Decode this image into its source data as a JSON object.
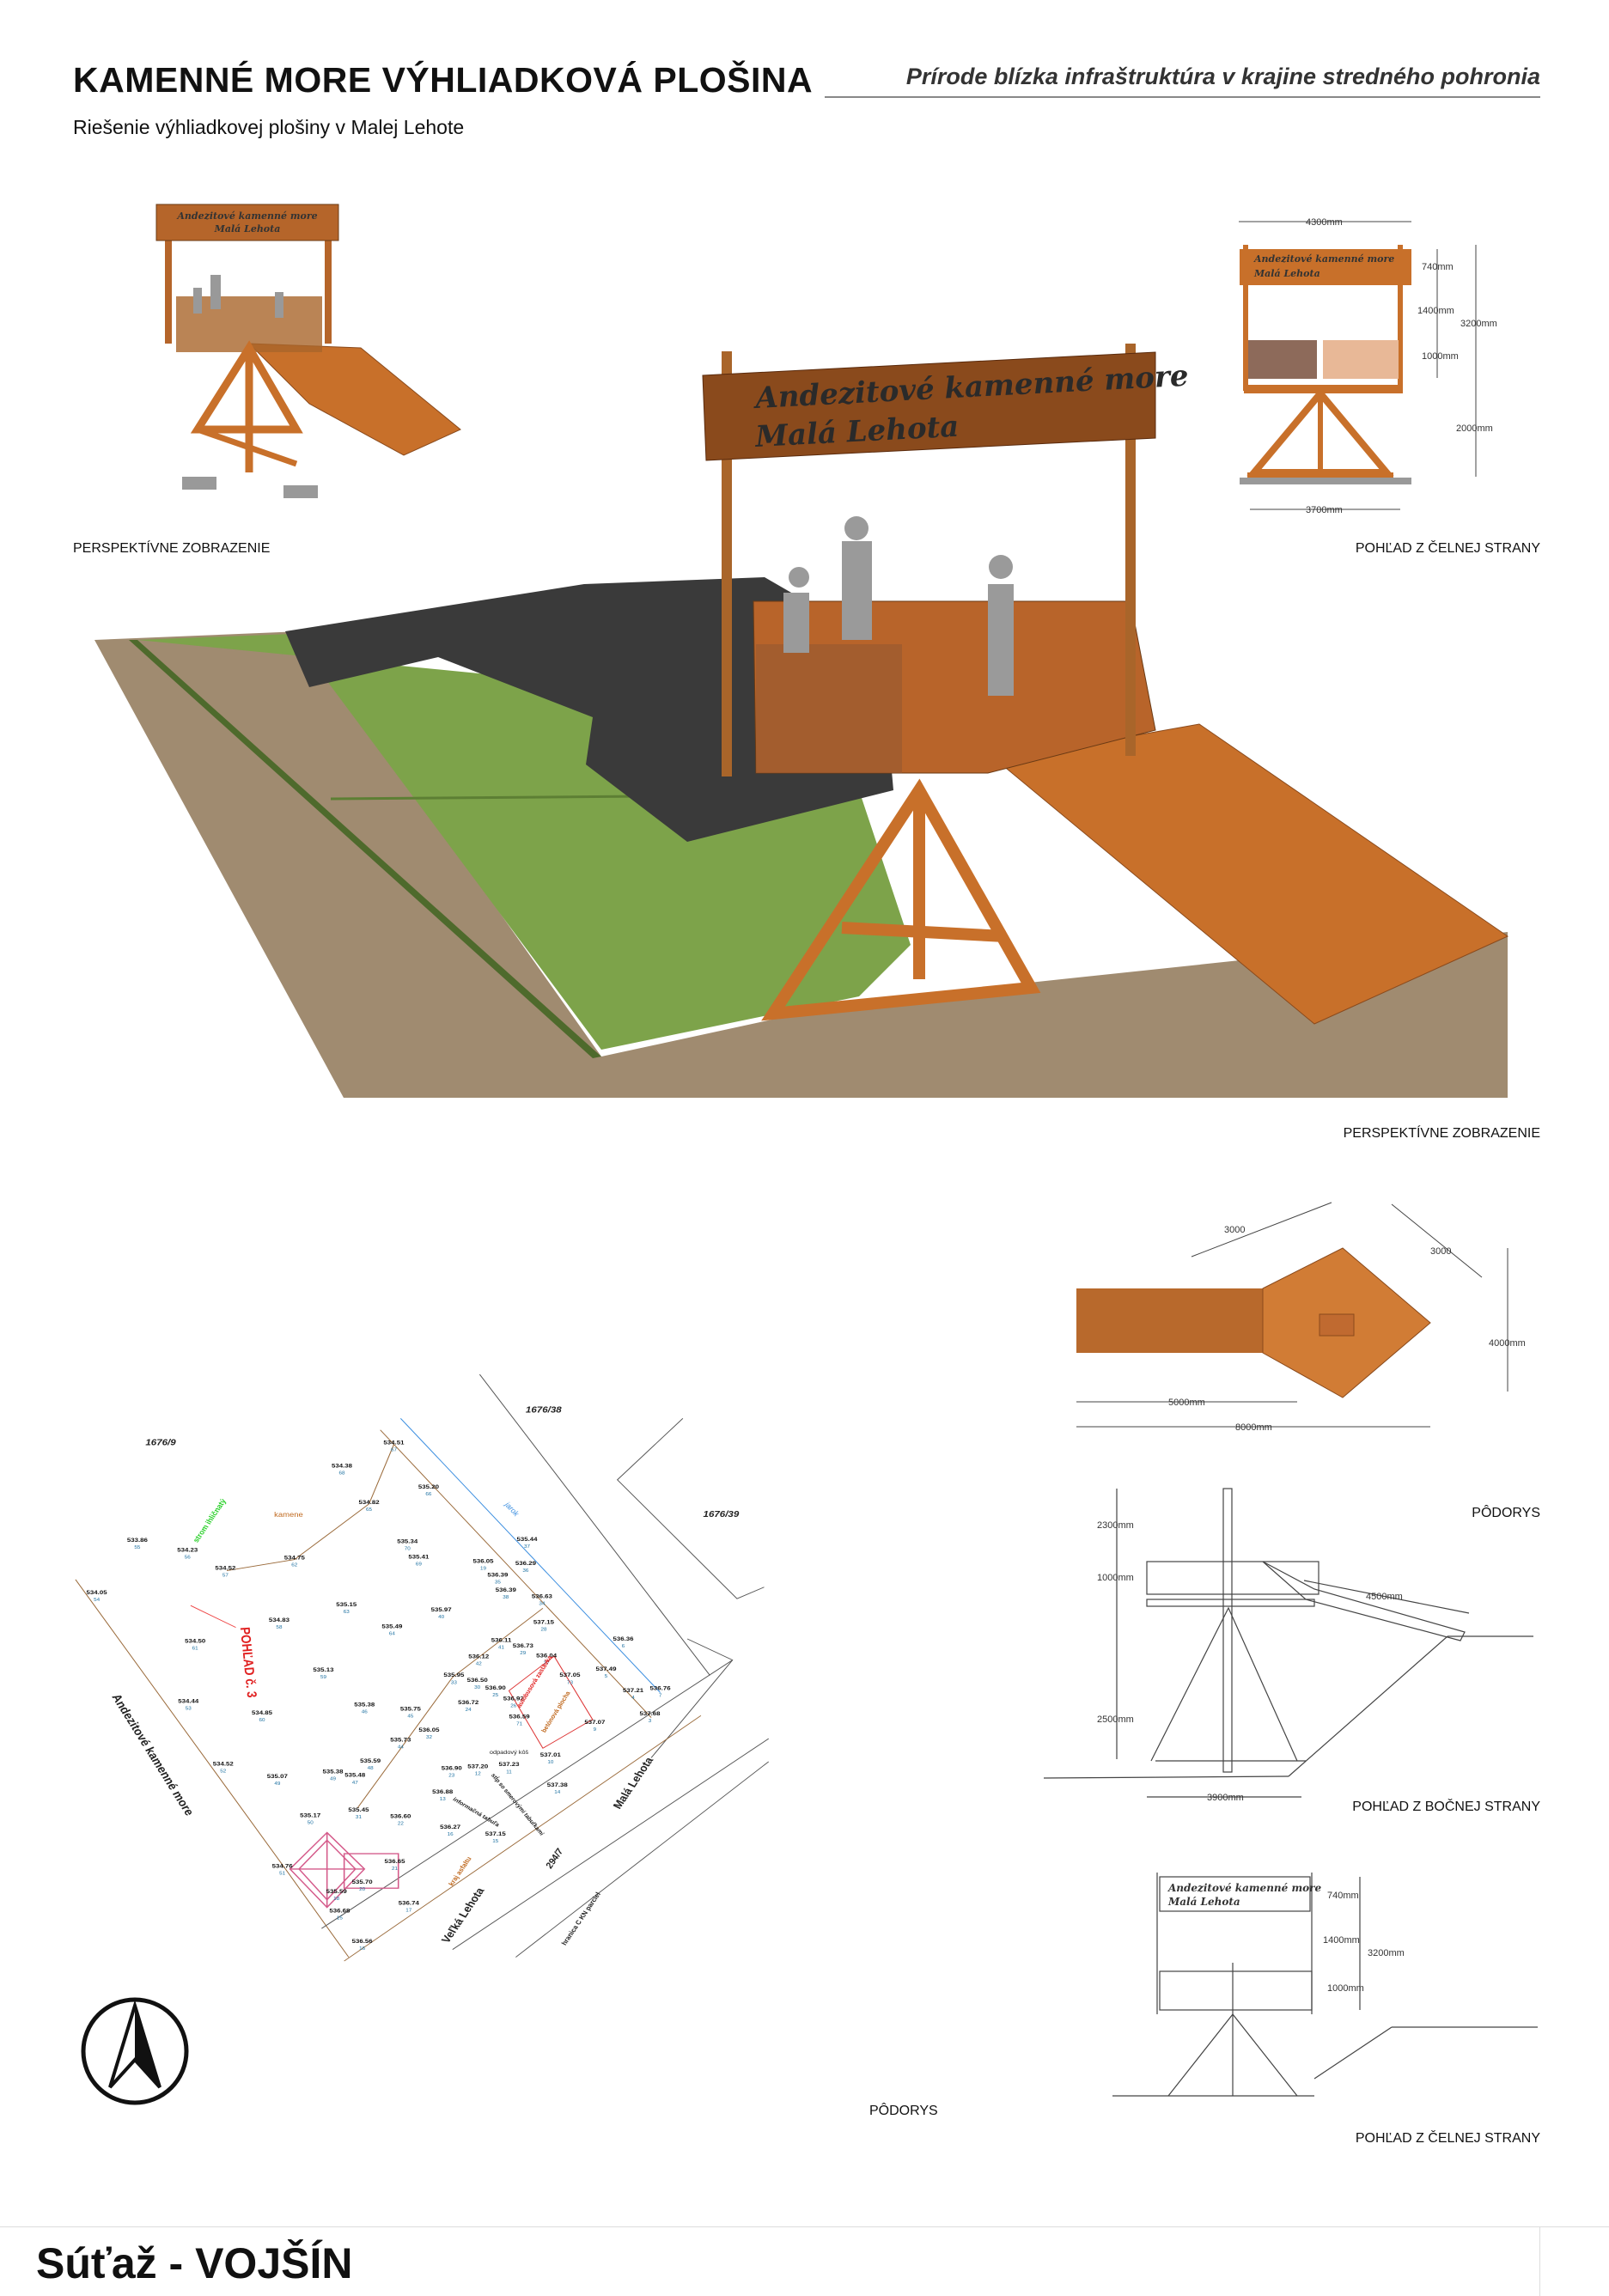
{
  "header": {
    "title": "KAMENNÉ MORE VÝHLIADKOVÁ PLOŠINA",
    "tagline": "Prírode blízka infraštruktúra v krajine stredného pohronia",
    "subtitle": "Riešenie výhliadkovej plošiny v Malej Lehote"
  },
  "sign": {
    "line1": "Andezitové kamenné more",
    "line2": "Malá Lehota"
  },
  "labels": {
    "perspective_small": "PERSPEKTÍVNE ZOBRAZENIE",
    "front_view_top": "POHĽAD Z ČELNEJ STRANY",
    "perspective_main": "PERSPEKTÍVNE ZOBRAZENIE",
    "plan_view": "PÔDORYS",
    "side_view": "POHĽAD Z BOČNEJ STRANY",
    "site_plan": "PÔDORYS",
    "front_view_bottom": "POHĽAD Z ČELNEJ STRANY"
  },
  "front_view_dims": {
    "width_top": "4300mm",
    "sign_h": "740mm",
    "open_h": "1400mm",
    "total_h": "3200mm",
    "rail_h": "1000mm",
    "base_h": "2000mm",
    "base_w": "3700mm"
  },
  "plan_dims": {
    "side_a": "3000",
    "side_b": "3000",
    "depth": "4000mm",
    "ramp_len": "5000mm",
    "total_len": "8000mm"
  },
  "side_dims": {
    "sign_h": "2300mm",
    "rail_h": "1000mm",
    "base_h": "2500mm",
    "ramp": "4500mm",
    "width": "3900mm"
  },
  "front_bottom_dims": {
    "sign_h": "740mm",
    "open_h": "1400mm",
    "total_h": "3200mm",
    "rail_h": "1000mm"
  },
  "site_plan": {
    "parcels": [
      "1676/9",
      "1676/38",
      "1676/39"
    ],
    "notes": {
      "kamene": "kamene",
      "strom": "strom ihličnatý",
      "jarok": "jarok",
      "pohlad": "POHĽAD č. 3",
      "more": "Andezitové kamenné more",
      "kos": "odpadový kôš",
      "stlp": "stĺp so smerovými tabuľkami",
      "tabula": "informačná tabuľa",
      "mala": "Malá Lehota",
      "velka": "Veľká Lehota",
      "cesta": "294/7",
      "hranica": "hranica C KN parciel",
      "asfalt": "kraj asfaltu",
      "zastavka": "autobusová zastávka",
      "plocha": "betónová plocha"
    },
    "points": [
      [
        "534.51",
        "67"
      ],
      [
        "534.38",
        "68"
      ],
      [
        "535.20",
        "66"
      ],
      [
        "534.82",
        "65"
      ],
      [
        "533.86",
        "55"
      ],
      [
        "534.23",
        "56"
      ],
      [
        "534.52",
        "57"
      ],
      [
        "534.75",
        "62"
      ],
      [
        "535.34",
        "70"
      ],
      [
        "535.41",
        "69"
      ],
      [
        "535.44",
        "37"
      ],
      [
        "536.05",
        "19"
      ],
      [
        "536.29",
        "36"
      ],
      [
        "536.39",
        "35"
      ],
      [
        "536.39",
        "38"
      ],
      [
        "536.63",
        "34"
      ],
      [
        "534.05",
        "54"
      ],
      [
        "535.15",
        "63"
      ],
      [
        "535.97",
        "40"
      ],
      [
        "534.83",
        "58"
      ],
      [
        "535.49",
        "64"
      ],
      [
        "534.50",
        "61"
      ],
      [
        "537.15",
        "28"
      ],
      [
        "536.11",
        "41"
      ],
      [
        "536.73",
        "29"
      ],
      [
        "536.04",
        "27"
      ],
      [
        "536.36",
        "6"
      ],
      [
        "536.12",
        "42"
      ],
      [
        "535.13",
        "59"
      ],
      [
        "537.49",
        "5"
      ],
      [
        "535.95",
        "33"
      ],
      [
        "536.50",
        "30"
      ],
      [
        "536.90",
        "25"
      ],
      [
        "536.92",
        "26"
      ],
      [
        "537.05",
        "73"
      ],
      [
        "537.21",
        "4"
      ],
      [
        "536.76",
        "7"
      ],
      [
        "534.44",
        "53"
      ],
      [
        "536.72",
        "24"
      ],
      [
        "535.38",
        "46"
      ],
      [
        "535.75",
        "45"
      ],
      [
        "534.85",
        "60"
      ],
      [
        "536.59",
        "71"
      ],
      [
        "537.68",
        "3"
      ],
      [
        "537.07",
        "9"
      ],
      [
        "535.73",
        "44"
      ],
      [
        "536.05",
        "32"
      ],
      [
        "537.01",
        "10"
      ],
      [
        "537.23",
        "11"
      ],
      [
        "535.59",
        "48"
      ],
      [
        "534.52",
        "52"
      ],
      [
        "535.38",
        "49"
      ],
      [
        "535.48",
        "47"
      ],
      [
        "536.90",
        "23"
      ],
      [
        "537.20",
        "12"
      ],
      [
        "535.07",
        "49"
      ],
      [
        "537.38",
        "14"
      ],
      [
        "536.88",
        "13"
      ],
      [
        "535.17",
        "50"
      ],
      [
        "535.45",
        "31"
      ],
      [
        "536.60",
        "22"
      ],
      [
        "536.27",
        "16"
      ],
      [
        "537.15",
        "15"
      ],
      [
        "534.76",
        "51"
      ],
      [
        "536.65",
        "21"
      ],
      [
        "535.70",
        "20"
      ],
      [
        "535.59",
        "18"
      ],
      [
        "536.68",
        "15"
      ],
      [
        "536.74",
        "17"
      ],
      [
        "536.56",
        "16"
      ]
    ]
  },
  "footer": {
    "title": "Súťaž - VOJŠÍN"
  },
  "colors": {
    "wood": "#c8702a",
    "wood_dark": "#8a4a1c",
    "lawn": "#7da34a",
    "stone": "#3a3a3a",
    "gravel": "#a08b70",
    "point_id": "#1a6fa0"
  }
}
